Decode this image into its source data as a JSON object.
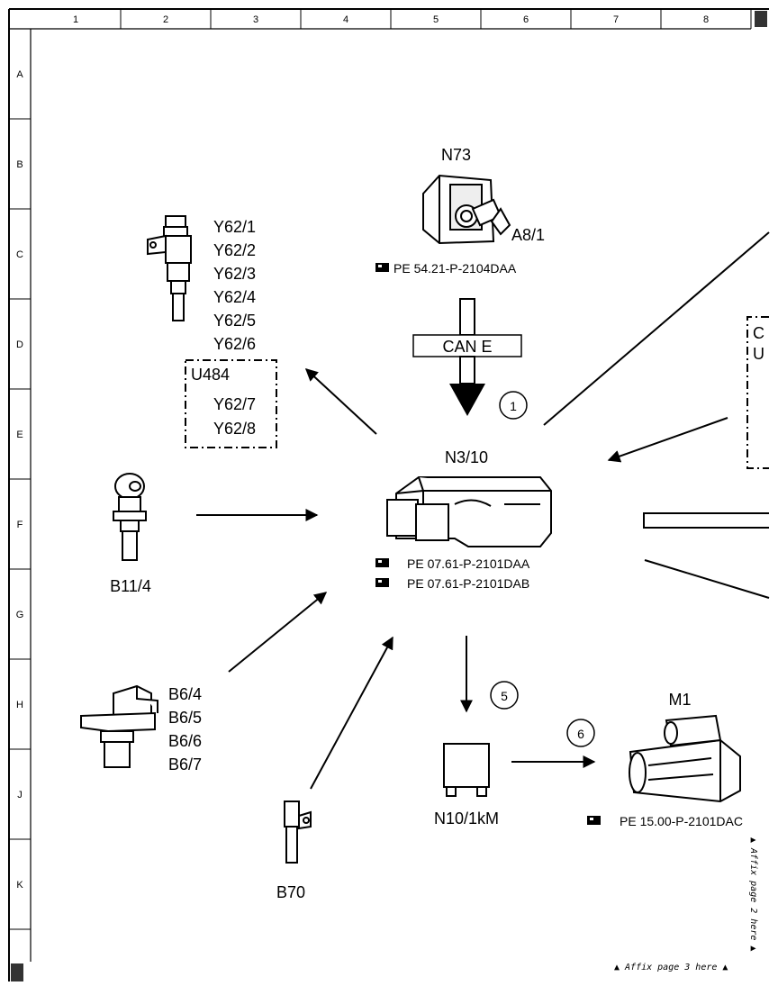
{
  "grid": {
    "columns": [
      "1",
      "2",
      "3",
      "4",
      "5",
      "6",
      "7",
      "8"
    ],
    "rows": [
      "A",
      "B",
      "C",
      "D",
      "E",
      "F",
      "G",
      "H",
      "J",
      "K"
    ]
  },
  "components": {
    "n73": {
      "label": "N73"
    },
    "a8_1": {
      "label": "A8/1",
      "ref": "PE 54.21-P-2104DAA"
    },
    "injectors": {
      "labels": [
        "Y62/1",
        "Y62/2",
        "Y62/3",
        "Y62/4",
        "Y62/5",
        "Y62/6"
      ]
    },
    "u484": {
      "label": "U484",
      "labels": [
        "Y62/7",
        "Y62/8"
      ]
    },
    "can_e": {
      "label": "CAN E"
    },
    "ecu": {
      "label": "N3/10",
      "refs": [
        "PE 07.61-P-2101DAA",
        "PE 07.61-P-2101DAB"
      ]
    },
    "b11_4": {
      "label": "B11/4"
    },
    "b6": {
      "labels": [
        "B6/4",
        "B6/5",
        "B6/6",
        "B6/7"
      ]
    },
    "b70": {
      "label": "B70"
    },
    "n10": {
      "label": "N10/1kM"
    },
    "m1": {
      "label": "M1",
      "ref": "PE 15.00-P-2101DAC"
    },
    "partial_box": {
      "labels": [
        "C",
        "U"
      ]
    }
  },
  "markers": [
    "1",
    "5",
    "6"
  ],
  "notes": {
    "affix2": "▲ Affix page 2 here ▲",
    "affix3": "▲ Affix page 3 here ▲"
  },
  "colors": {
    "ink": "#000000",
    "paper": "#ffffff"
  }
}
